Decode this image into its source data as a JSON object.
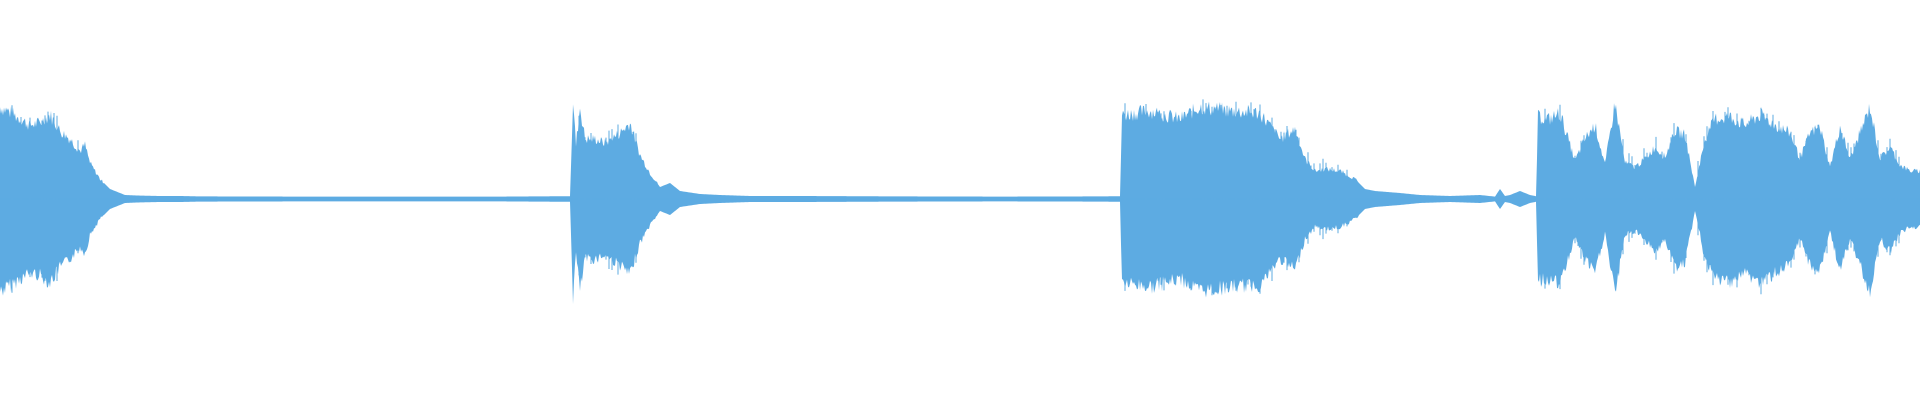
{
  "waveform": {
    "color": "#5dabe2",
    "background": "#ffffff",
    "envelope": [
      [
        0,
        0.46
      ],
      [
        8,
        0.44
      ],
      [
        20,
        0.4
      ],
      [
        30,
        0.37
      ],
      [
        40,
        0.38
      ],
      [
        50,
        0.42
      ],
      [
        60,
        0.34
      ],
      [
        70,
        0.3
      ],
      [
        80,
        0.24
      ],
      [
        85,
        0.27
      ],
      [
        90,
        0.18
      ],
      [
        100,
        0.1
      ],
      [
        110,
        0.05
      ],
      [
        125,
        0.02
      ],
      [
        140,
        0.017
      ],
      [
        160,
        0.015
      ],
      [
        180,
        0.015
      ],
      [
        200,
        0.013
      ],
      [
        300,
        0.012
      ],
      [
        400,
        0.012
      ],
      [
        500,
        0.012
      ],
      [
        570,
        0.014
      ],
      [
        573,
        0.49
      ],
      [
        576,
        0.27
      ],
      [
        580,
        0.46
      ],
      [
        585,
        0.3
      ],
      [
        595,
        0.3
      ],
      [
        605,
        0.28
      ],
      [
        620,
        0.33
      ],
      [
        630,
        0.38
      ],
      [
        640,
        0.22
      ],
      [
        650,
        0.13
      ],
      [
        660,
        0.06
      ],
      [
        670,
        0.08
      ],
      [
        680,
        0.04
      ],
      [
        700,
        0.025
      ],
      [
        720,
        0.02
      ],
      [
        750,
        0.015
      ],
      [
        800,
        0.015
      ],
      [
        900,
        0.013
      ],
      [
        1000,
        0.012
      ],
      [
        1100,
        0.013
      ],
      [
        1120,
        0.014
      ],
      [
        1122,
        0.42
      ],
      [
        1150,
        0.44
      ],
      [
        1180,
        0.4
      ],
      [
        1200,
        0.46
      ],
      [
        1230,
        0.44
      ],
      [
        1260,
        0.43
      ],
      [
        1280,
        0.3
      ],
      [
        1295,
        0.35
      ],
      [
        1305,
        0.2
      ],
      [
        1315,
        0.14
      ],
      [
        1325,
        0.15
      ],
      [
        1340,
        0.14
      ],
      [
        1355,
        0.1
      ],
      [
        1365,
        0.05
      ],
      [
        1375,
        0.04
      ],
      [
        1400,
        0.03
      ],
      [
        1420,
        0.02
      ],
      [
        1450,
        0.015
      ],
      [
        1480,
        0.02
      ],
      [
        1495,
        0.012
      ],
      [
        1500,
        0.05
      ],
      [
        1505,
        0.015
      ],
      [
        1510,
        0.02
      ],
      [
        1520,
        0.04
      ],
      [
        1530,
        0.02
      ],
      [
        1536,
        0.014
      ],
      [
        1538,
        0.41
      ],
      [
        1550,
        0.4
      ],
      [
        1560,
        0.43
      ],
      [
        1575,
        0.19
      ],
      [
        1585,
        0.3
      ],
      [
        1595,
        0.37
      ],
      [
        1605,
        0.17
      ],
      [
        1615,
        0.48
      ],
      [
        1625,
        0.18
      ],
      [
        1635,
        0.16
      ],
      [
        1645,
        0.2
      ],
      [
        1655,
        0.26
      ],
      [
        1665,
        0.21
      ],
      [
        1675,
        0.34
      ],
      [
        1685,
        0.32
      ],
      [
        1695,
        0.06
      ],
      [
        1705,
        0.3
      ],
      [
        1715,
        0.4
      ],
      [
        1730,
        0.41
      ],
      [
        1745,
        0.37
      ],
      [
        1760,
        0.42
      ],
      [
        1775,
        0.37
      ],
      [
        1790,
        0.33
      ],
      [
        1800,
        0.2
      ],
      [
        1810,
        0.33
      ],
      [
        1820,
        0.36
      ],
      [
        1830,
        0.16
      ],
      [
        1840,
        0.36
      ],
      [
        1850,
        0.2
      ],
      [
        1860,
        0.33
      ],
      [
        1870,
        0.46
      ],
      [
        1880,
        0.2
      ],
      [
        1890,
        0.26
      ],
      [
        1900,
        0.17
      ],
      [
        1910,
        0.14
      ],
      [
        1920,
        0.14
      ]
    ]
  }
}
